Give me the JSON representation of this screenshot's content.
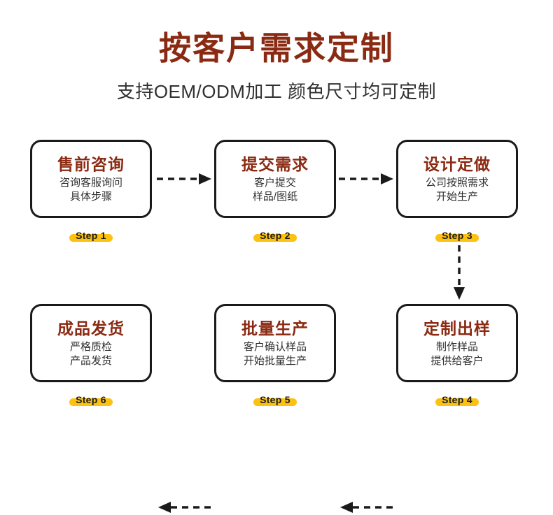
{
  "header": {
    "title": "按客户需求定制",
    "subtitle": "支持OEM/ODM加工 颜色尺寸均可定制",
    "title_color": "#8a2a12",
    "subtitle_color": "#303030"
  },
  "theme": {
    "accent_red": "#8a2a12",
    "highlight_yellow": "#fcc111",
    "border_black": "#1a1a1a",
    "body_text": "#2e2e2e",
    "background": "#ffffff"
  },
  "flow": {
    "steps": [
      {
        "id": "step-1",
        "title": "售前咨询",
        "line1": "咨询客服询问",
        "line2": "具体步骤",
        "label": "Step 1"
      },
      {
        "id": "step-2",
        "title": "提交需求",
        "line1": "客户提交",
        "line2": "样品/图纸",
        "label": "Step 2"
      },
      {
        "id": "step-3",
        "title": "设计定做",
        "line1": "公司按照需求",
        "line2": "开始生产",
        "label": "Step 3"
      },
      {
        "id": "step-4",
        "title": "定制出样",
        "line1": "制作样品",
        "line2": "提供给客户",
        "label": "Step 4"
      },
      {
        "id": "step-5",
        "title": "批量生产",
        "line1": "客户确认样品",
        "line2": "开始批量生产",
        "label": "Step 5"
      },
      {
        "id": "step-6",
        "title": "成品发货",
        "line1": "严格质检",
        "line2": "产品发货",
        "label": "Step 6"
      }
    ],
    "connectors": [
      {
        "id": "arrow-step1-to-step2",
        "direction": "right",
        "style": "dashed"
      },
      {
        "id": "arrow-step2-to-step3",
        "direction": "right",
        "style": "dashed"
      },
      {
        "id": "arrow-step3-to-step4",
        "direction": "down",
        "style": "dashed"
      },
      {
        "id": "arrow-step4-to-step5",
        "direction": "left",
        "style": "dashed"
      },
      {
        "id": "arrow-step5-to-step6",
        "direction": "left",
        "style": "dashed"
      }
    ]
  }
}
